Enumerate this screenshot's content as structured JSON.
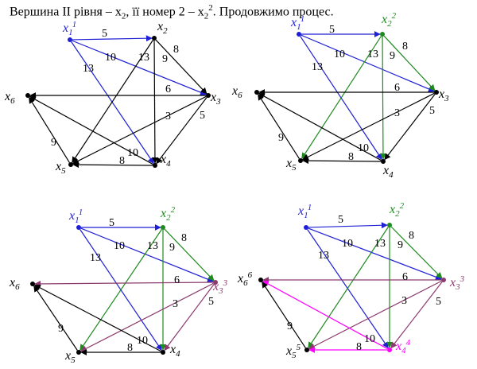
{
  "title": {
    "part1": "Вершина ІІ рівня – x",
    "sub1": "2",
    "part2": ", її номер 2 – x",
    "sub2": "2",
    "sup2": "2",
    "part3": ".  Продовжимо процес."
  },
  "colors": {
    "black": "#000000",
    "blue": "#1f1fd6",
    "green": "#1f8a1f",
    "plum": "#8b3a6e",
    "magenta": "#ff00ff"
  },
  "diagram_data": {
    "panels": [
      {
        "id": "p1",
        "labels": {
          "x1": {
            "base": "x",
            "sub": "1",
            "sup": "1",
            "color": "blue"
          },
          "x2": {
            "base": "x",
            "sub": "2",
            "sup": "",
            "color": "black"
          },
          "x3": {
            "base": "x",
            "sub": "3",
            "sup": "",
            "color": "black"
          },
          "x4": {
            "base": "x",
            "sub": "4",
            "sup": "",
            "color": "black"
          },
          "x5": {
            "base": "x",
            "sub": "5",
            "sup": "",
            "color": "black"
          },
          "x6": {
            "base": "x",
            "sub": "6",
            "sup": "",
            "color": "black"
          }
        },
        "edges": [
          {
            "from": "x1",
            "to": "x2",
            "w": "5",
            "color": "blue"
          },
          {
            "from": "x1",
            "to": "x3",
            "w": "10",
            "color": "blue"
          },
          {
            "from": "x1",
            "to": "x4",
            "w": "13",
            "color": "blue"
          },
          {
            "from": "x2",
            "to": "x3",
            "w": "8",
            "color": "black"
          },
          {
            "from": "x2",
            "to": "x4",
            "w": "9",
            "color": "black"
          },
          {
            "from": "x2",
            "to": "x5",
            "w": "13",
            "color": "black"
          },
          {
            "from": "x3",
            "to": "x6",
            "w": "6",
            "color": "black"
          },
          {
            "from": "x3",
            "to": "x5",
            "w": "3",
            "color": "black"
          },
          {
            "from": "x3",
            "to": "x4",
            "w": "5",
            "color": "black"
          },
          {
            "from": "x4",
            "to": "x6",
            "w": "10",
            "color": "black"
          },
          {
            "from": "x4",
            "to": "x5",
            "w": "8",
            "color": "black"
          },
          {
            "from": "x5",
            "to": "x6",
            "w": "9",
            "color": "black"
          }
        ]
      },
      {
        "id": "p2",
        "labels": {
          "x1": {
            "base": "x",
            "sub": "1",
            "sup": "1",
            "color": "blue"
          },
          "x2": {
            "base": "x",
            "sub": "2",
            "sup": "2",
            "color": "green"
          },
          "x3": {
            "base": "x",
            "sub": "3",
            "sup": "",
            "color": "black"
          },
          "x4": {
            "base": "x",
            "sub": "4",
            "sup": "",
            "color": "black"
          },
          "x5": {
            "base": "x",
            "sub": "5",
            "sup": "",
            "color": "black"
          },
          "x6": {
            "base": "x",
            "sub": "6",
            "sup": "",
            "color": "black"
          }
        },
        "edges": [
          {
            "from": "x1",
            "to": "x2",
            "w": "5",
            "color": "blue"
          },
          {
            "from": "x1",
            "to": "x3",
            "w": "10",
            "color": "blue"
          },
          {
            "from": "x1",
            "to": "x4",
            "w": "13",
            "color": "blue"
          },
          {
            "from": "x2",
            "to": "x3",
            "w": "8",
            "color": "green"
          },
          {
            "from": "x2",
            "to": "x4",
            "w": "9",
            "color": "green"
          },
          {
            "from": "x2",
            "to": "x5",
            "w": "13",
            "color": "green"
          },
          {
            "from": "x3",
            "to": "x6",
            "w": "6",
            "color": "black"
          },
          {
            "from": "x3",
            "to": "x5",
            "w": "3",
            "color": "black"
          },
          {
            "from": "x3",
            "to": "x4",
            "w": "5",
            "color": "black"
          },
          {
            "from": "x4",
            "to": "x6",
            "w": "10",
            "color": "black"
          },
          {
            "from": "x4",
            "to": "x5",
            "w": "8",
            "color": "black"
          },
          {
            "from": "x5",
            "to": "x6",
            "w": "9",
            "color": "black"
          }
        ]
      },
      {
        "id": "p3",
        "labels": {
          "x1": {
            "base": "x",
            "sub": "1",
            "sup": "1",
            "color": "blue"
          },
          "x2": {
            "base": "x",
            "sub": "2",
            "sup": "2",
            "color": "green"
          },
          "x3": {
            "base": "x",
            "sub": "3",
            "sup": "3",
            "color": "plum"
          },
          "x4": {
            "base": "x",
            "sub": "4",
            "sup": "",
            "color": "black"
          },
          "x5": {
            "base": "x",
            "sub": "5",
            "sup": "",
            "color": "black"
          },
          "x6": {
            "base": "x",
            "sub": "6",
            "sup": "",
            "color": "black"
          }
        },
        "edges": [
          {
            "from": "x1",
            "to": "x2",
            "w": "5",
            "color": "blue"
          },
          {
            "from": "x1",
            "to": "x3",
            "w": "10",
            "color": "blue"
          },
          {
            "from": "x1",
            "to": "x4",
            "w": "13",
            "color": "blue"
          },
          {
            "from": "x2",
            "to": "x3",
            "w": "8",
            "color": "green"
          },
          {
            "from": "x2",
            "to": "x4",
            "w": "9",
            "color": "green"
          },
          {
            "from": "x2",
            "to": "x5",
            "w": "13",
            "color": "green"
          },
          {
            "from": "x3",
            "to": "x6",
            "w": "6",
            "color": "plum"
          },
          {
            "from": "x3",
            "to": "x5",
            "w": "3",
            "color": "plum"
          },
          {
            "from": "x3",
            "to": "x4",
            "w": "5",
            "color": "plum"
          },
          {
            "from": "x4",
            "to": "x6",
            "w": "10",
            "color": "black"
          },
          {
            "from": "x4",
            "to": "x5",
            "w": "8",
            "color": "black"
          },
          {
            "from": "x5",
            "to": "x6",
            "w": "9",
            "color": "black"
          }
        ]
      },
      {
        "id": "p4",
        "labels": {
          "x1": {
            "base": "x",
            "sub": "1",
            "sup": "1",
            "color": "blue"
          },
          "x2": {
            "base": "x",
            "sub": "2",
            "sup": "2",
            "color": "green"
          },
          "x3": {
            "base": "x",
            "sub": "3",
            "sup": "3",
            "color": "plum"
          },
          "x4": {
            "base": "x",
            "sub": "4",
            "sup": "4",
            "color": "magenta"
          },
          "x5": {
            "base": "x",
            "sub": "5",
            "sup": "5",
            "color": "black"
          },
          "x6": {
            "base": "x",
            "sub": "6",
            "sup": "6",
            "color": "black"
          }
        },
        "edges": [
          {
            "from": "x1",
            "to": "x2",
            "w": "5",
            "color": "blue"
          },
          {
            "from": "x1",
            "to": "x3",
            "w": "10",
            "color": "blue"
          },
          {
            "from": "x1",
            "to": "x4",
            "w": "13",
            "color": "blue"
          },
          {
            "from": "x2",
            "to": "x3",
            "w": "8",
            "color": "green"
          },
          {
            "from": "x2",
            "to": "x4",
            "w": "9",
            "color": "green"
          },
          {
            "from": "x2",
            "to": "x5",
            "w": "13",
            "color": "green"
          },
          {
            "from": "x3",
            "to": "x6",
            "w": "6",
            "color": "plum"
          },
          {
            "from": "x3",
            "to": "x5",
            "w": "3",
            "color": "plum"
          },
          {
            "from": "x3",
            "to": "x4",
            "w": "5",
            "color": "plum"
          },
          {
            "from": "x4",
            "to": "x6",
            "w": "10",
            "color": "magenta"
          },
          {
            "from": "x4",
            "to": "x5",
            "w": "8",
            "color": "magenta"
          },
          {
            "from": "x5",
            "to": "x6",
            "w": "9",
            "color": "black"
          }
        ]
      }
    ]
  }
}
